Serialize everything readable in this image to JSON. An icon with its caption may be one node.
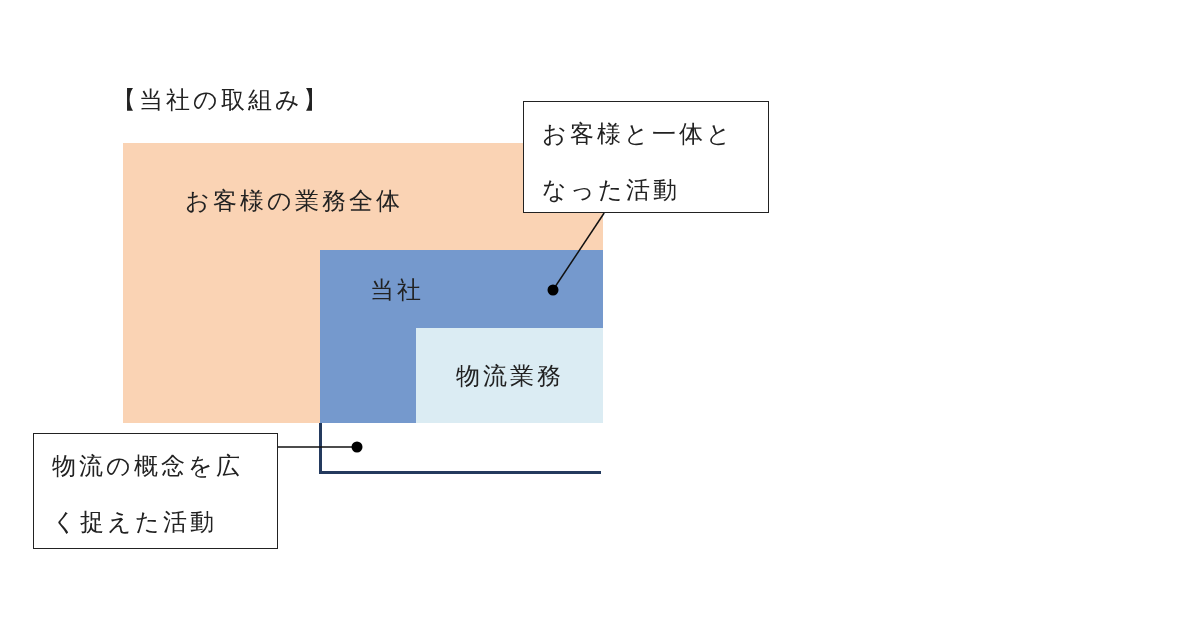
{
  "diagram": {
    "title": "【当社の取組み】",
    "nodes": [
      {
        "text": [
          "お客様の業務全体"
        ]
      },
      {
        "text": [
          "当社"
        ],
        "in": 0
      },
      {
        "text": [
          "物流業務"
        ],
        "in": 1
      },
      {
        "text": [
          "お客様と一体となった活動"
        ]
      },
      {
        "text": [
          "物流の概念を広く捉えた活動"
        ]
      },
      {
        "text": [],
        "shape": "bracket"
      }
    ],
    "edges": [
      {
        "from": 3,
        "to": 1,
        "arrow": "other"
      },
      {
        "from": 4,
        "to": 5,
        "arrow": "other"
      }
    ]
  }
}
